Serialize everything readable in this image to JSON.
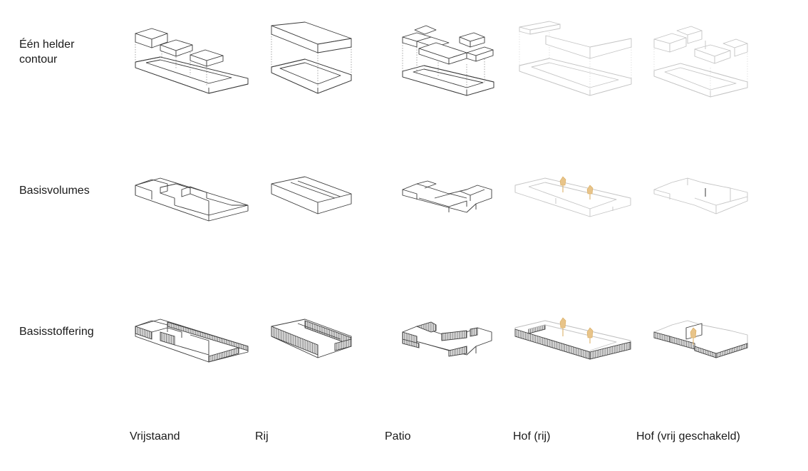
{
  "rows": [
    {
      "label": "Één helder\ncontour"
    },
    {
      "label": "Basisvolumes"
    },
    {
      "label": "Basisstoffering"
    }
  ],
  "columns": [
    {
      "label": "Vrijstaand"
    },
    {
      "label": "Rij"
    },
    {
      "label": "Patio"
    },
    {
      "label": "Hof (rij)"
    },
    {
      "label": "Hof (vrij geschakeld)"
    }
  ],
  "colors": {
    "line": "#3a3a3a",
    "faint_line": "#c4c4c4",
    "tree": "#e8c489",
    "text": "#1a1a1a"
  }
}
